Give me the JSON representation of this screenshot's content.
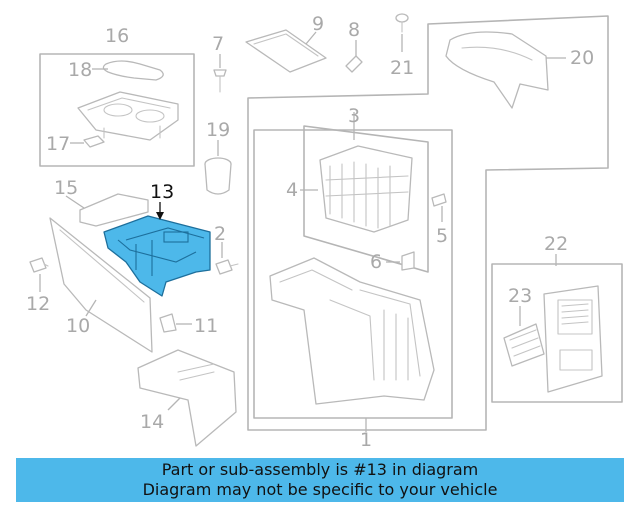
{
  "diagram": {
    "highlighted_part": "13",
    "callouts": [
      "1",
      "2",
      "3",
      "4",
      "5",
      "6",
      "7",
      "8",
      "9",
      "10",
      "11",
      "12",
      "13",
      "14",
      "15",
      "16",
      "17",
      "18",
      "19",
      "20",
      "21",
      "22",
      "23"
    ]
  },
  "banner": {
    "line1": "Part or sub-assembly is #13 in diagram",
    "line2": "Diagram may not be specific to your vehicle"
  },
  "colors": {
    "highlight": "#4db8ea",
    "line": "#b9b9b9",
    "text_active": "#111111"
  }
}
